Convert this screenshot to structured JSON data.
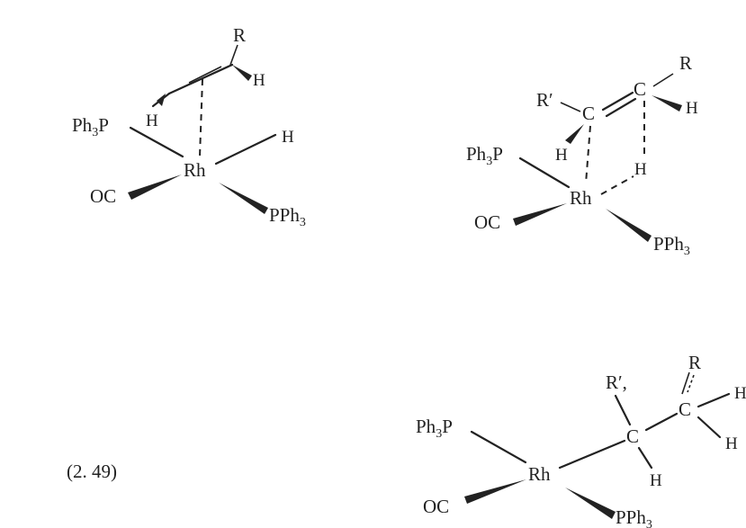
{
  "struct1": {
    "r": "R",
    "h_right": "H",
    "h_left": "H",
    "ph3p": "Ph",
    "ph3p_sub": "3",
    "ph3p_p": "P",
    "h_hydride": "H",
    "rh": "Rh",
    "oc": "OC",
    "pph3": "PPh",
    "pph3_sub": "3"
  },
  "struct2": {
    "r": "R",
    "c_right": "C",
    "r_prime": "R′",
    "c_left": "C",
    "h_right": "H",
    "ph3p": "Ph",
    "ph3p_sub": "3",
    "ph3p_p": "P",
    "h_c": "H",
    "h_hydride": "H",
    "rh": "Rh",
    "oc": "OC",
    "pph3": "PPh",
    "pph3_sub": "3"
  },
  "struct3": {
    "r": "R",
    "r_prime": "R′,",
    "c_right": "C",
    "h_far": "H",
    "h_lower": "H",
    "ph3p": "Ph",
    "ph3p_sub": "3",
    "ph3p_p": "P",
    "c_left": "C",
    "rh": "Rh",
    "h_c": "H",
    "oc": "OC",
    "pph3": "PPh",
    "pph3_sub": "3"
  },
  "equation_number": "(2. 49)"
}
